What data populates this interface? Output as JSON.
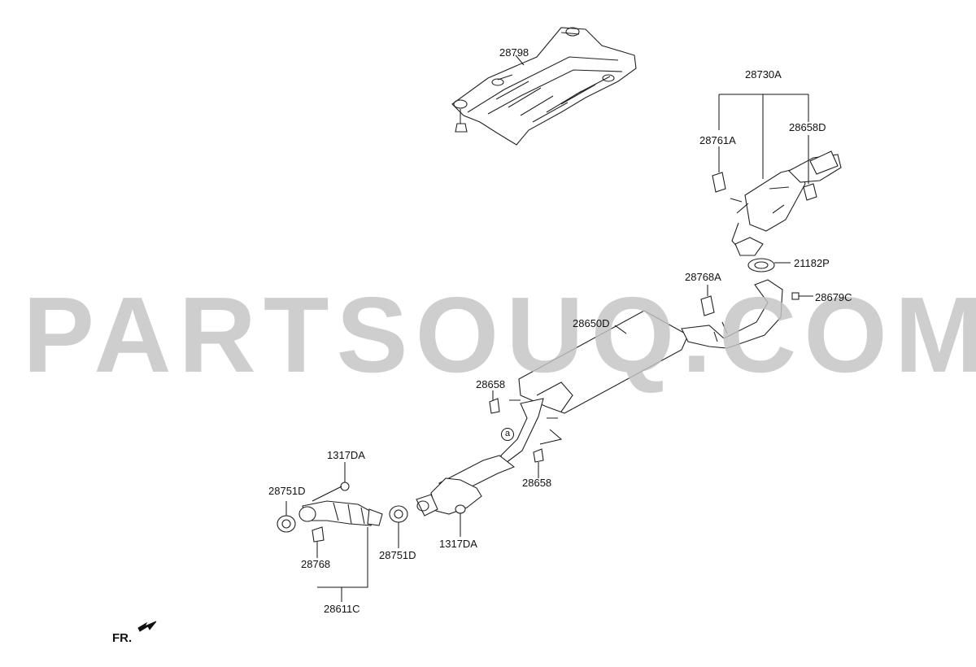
{
  "watermark": "PARTSOUQ.COM",
  "front_marker": "FR.",
  "reference_marker": "a",
  "part_labels": {
    "heat_shield": "28798",
    "tail_assy": "28730A",
    "hanger_tail_left": "28761A",
    "hanger_tail_right": "28658D",
    "gasket_tail": "21182P",
    "hanger_center": "28768A",
    "bolt_tail": "28679C",
    "muffler_center": "28650D",
    "hanger_front_upper": "28658",
    "hanger_front_lower": "28658",
    "nut_upper": "1317DA",
    "gasket_front": "28751D",
    "hanger_front_pipe": "28768",
    "gasket_mid": "28751D",
    "nut_lower": "1317DA",
    "front_pipe_assy": "28611C"
  }
}
